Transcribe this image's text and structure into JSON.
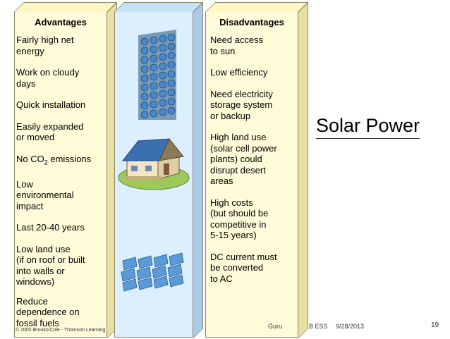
{
  "advantages": {
    "heading": "Advantages",
    "items": [
      "Fairly high net\nenergy",
      "Work on cloudy\ndays",
      "Quick installation",
      "Easily expanded\nor moved",
      "Low\nenvironmental\nimpact",
      "Last 20-40 years",
      "Low land use\n(if on roof or built\ninto walls or\nwindows)",
      "Reduce\ndependence on\nfossil fuels"
    ],
    "co2_prefix": "No CO",
    "co2_sub": "2",
    "co2_suffix": " emissions"
  },
  "disadvantages": {
    "heading": "Disadvantages",
    "items": [
      "Need access\nto sun",
      "Low efficiency",
      "Need electricity\nstorage system\nor backup",
      "High land use\n(solar cell power\nplants) could\ndisrupt desert\nareas",
      "High costs\n(but should be\ncompetitive in\n5-15 years)",
      "DC current must\nbe converted\nto AC"
    ]
  },
  "slide": {
    "title": "Solar Power",
    "footer_author": "Guru",
    "footer_course": "B ESS",
    "footer_date": "9/28/2013",
    "slide_number": "19",
    "copyright": "© 2002 Brooks/Cole - Thomson Learning"
  },
  "colors": {
    "yellow_panel": "#fffbd8",
    "blue_panel": "#dcefff",
    "solar_cell": "#4a88c8",
    "roof": "#3a6fb0"
  }
}
